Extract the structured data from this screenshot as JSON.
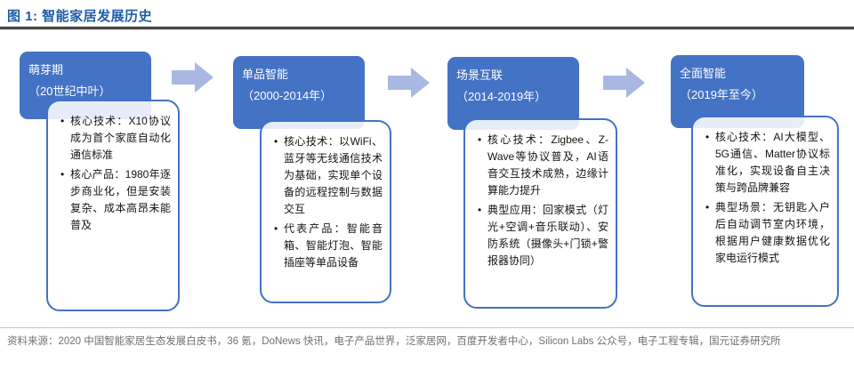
{
  "figure": {
    "title": "图 1: 智能家居发展历史"
  },
  "stages": [
    {
      "name": "萌芽期",
      "period": "（20世纪中叶）",
      "bullets": [
        "核心技术：X10协议成为首个家庭自动化通信标准",
        "核心产品：1980年逐步商业化，但是安装复杂、成本高昂未能普及"
      ]
    },
    {
      "name": "单品智能",
      "period": "（2000-2014年）",
      "bullets": [
        "核心技术：以WiFi、蓝牙等无线通信技术为基础，实现单个设备的远程控制与数据交互",
        "代表产品：智能音箱、智能灯泡、智能插座等单品设备"
      ]
    },
    {
      "name": "场景互联",
      "period": "（2014-2019年）",
      "bullets": [
        "核心技术：Zigbee、Z-Wave等协议普及，AI语音交互技术成熟，边缘计算能力提升",
        "典型应用：回家模式（灯光+空调+音乐联动）、安防系统（摄像头+门锁+警报器协同）"
      ]
    },
    {
      "name": "全面智能",
      "period": "（2019年至今）",
      "bullets": [
        "核心技术：AI大模型、5G通信、Matter协议标准化，实现设备自主决策与跨品牌兼容",
        "典型场景：无钥匙入户后自动调节室内环境，根据用户健康数据优化家电运行模式"
      ]
    }
  ],
  "footer": {
    "source": "资料来源：2020 中国智能家居生态发展白皮书，36 氪，DoNews 快讯，电子产品世界，泛家居网，百度开发者中心，Silicon Labs 公众号，电子工程专辑，国元证券研究所"
  },
  "colors": {
    "header_fill": "#4472C4",
    "box_border": "#4472C4",
    "arrow": "#A9B8E2",
    "title": "#1D5CA8",
    "source_text": "#6F6F6F",
    "rule_dark": "#2D2D2D"
  }
}
